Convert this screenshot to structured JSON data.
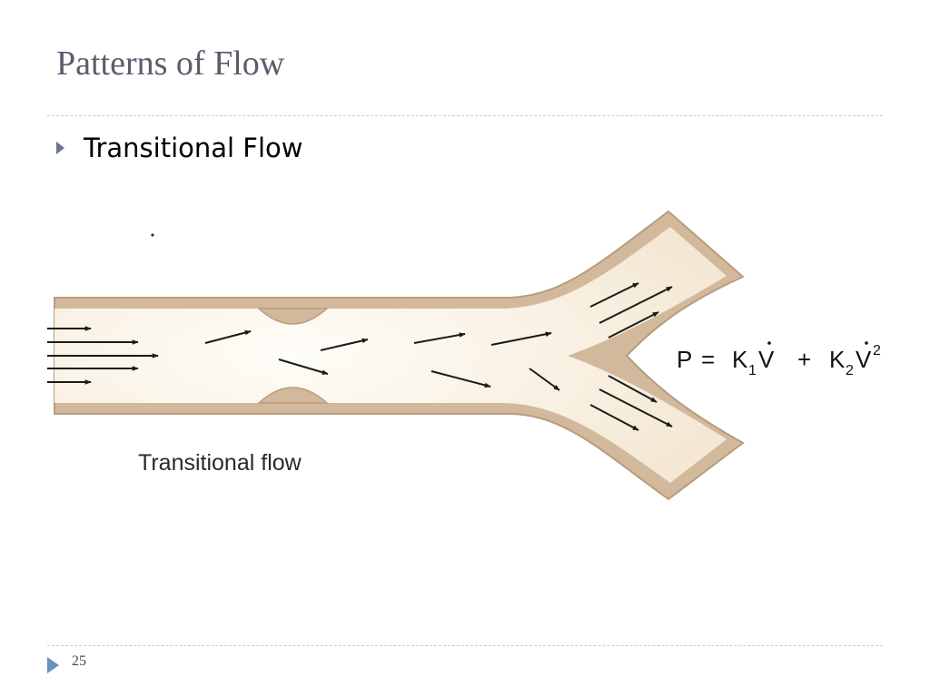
{
  "slide": {
    "title": "Patterns of Flow",
    "bullet": "Transitional Flow",
    "page_number": "25"
  },
  "figure": {
    "caption": "Transitional flow",
    "equation": {
      "P": "P",
      "eq": "=",
      "K": "K",
      "sub1": "1",
      "V": "V",
      "plus": "+",
      "sub2": "2",
      "sup2": "2"
    },
    "colors": {
      "wall": "#d3b99c",
      "wall_edge": "#b89c7d",
      "lumen": "#faf3e6",
      "arrow": "#1a1a1a"
    }
  },
  "colors": {
    "title": "#5a5e6b",
    "bullet_marker": "#6a7489",
    "footer_marker": "#6b8fb8",
    "rule": "#c3cad4"
  }
}
